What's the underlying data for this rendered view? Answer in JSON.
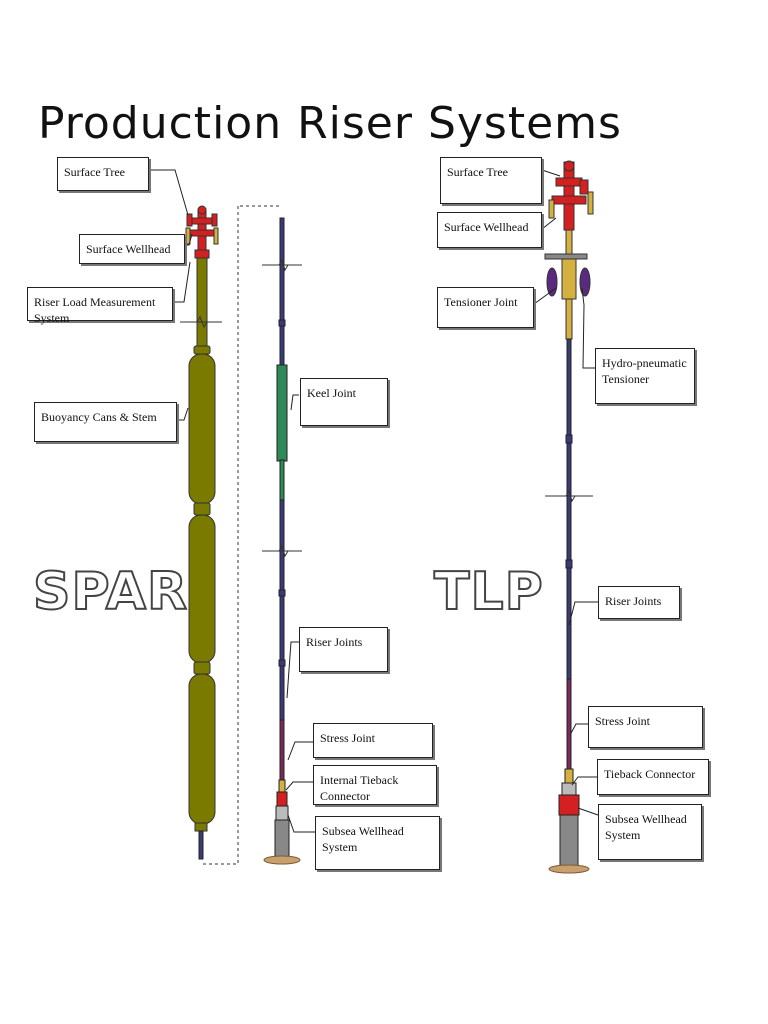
{
  "title": "Production Riser Systems",
  "spar": {
    "big_label": "SPAR",
    "labels": {
      "surface_tree": "Surface Tree",
      "surface_wellhead": "Surface Wellhead",
      "riser_load": "Riser Load Measurement System",
      "buoyancy": "Buoyancy Cans & Stem",
      "keel_joint": "Keel Joint",
      "riser_joints": "Riser Joints",
      "stress_joint": "Stress Joint",
      "tieback": "Internal Tieback Connector",
      "subsea": "Subsea Wellhead System"
    }
  },
  "tlp": {
    "big_label": "TLP",
    "labels": {
      "surface_tree": "Surface Tree",
      "surface_wellhead": "Surface Wellhead",
      "tensioner_joint": "Tensioner Joint",
      "hydro_1": "Hydro-pneumatic",
      "hydro_2": "Tensioner",
      "riser_joints": "Riser Joints",
      "stress_joint": "Stress Joint",
      "tieback": "Tieback Connector",
      "subsea_1": "Subsea Wellhead",
      "subsea_2": "System"
    }
  },
  "colors": {
    "buoyancy": "#7a7a00",
    "keel": "#2e8b57",
    "riser": "#3a3a7a",
    "stress": "#7a2a5a",
    "tree": "#d42020",
    "tensioner_joint": "#d4b040",
    "hydro": "#5a2a80",
    "seabed": "#c8a070",
    "wellhead": "#888888"
  }
}
